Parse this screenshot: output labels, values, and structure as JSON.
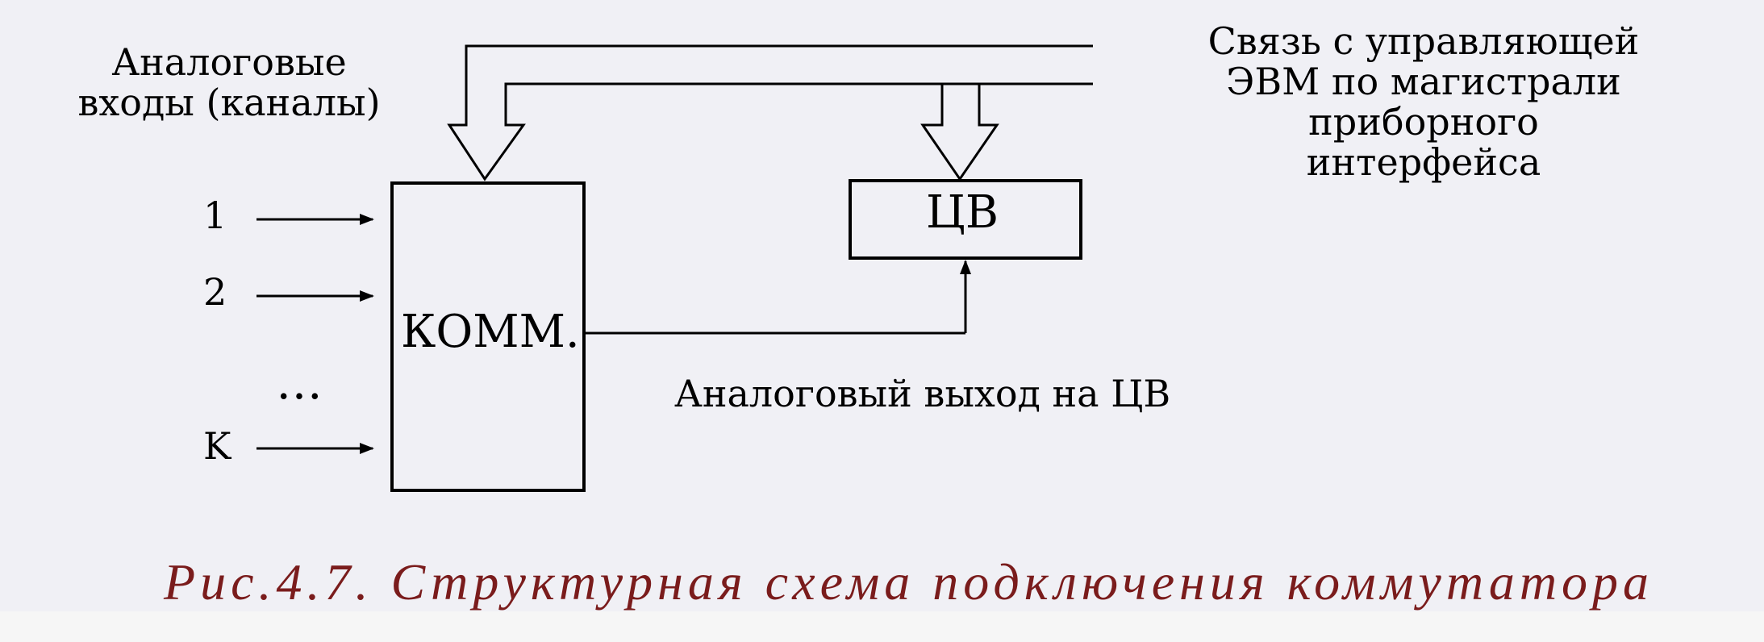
{
  "labels": {
    "analog_inputs": [
      "Аналоговые",
      "входы (каналы)"
    ],
    "interface_link": [
      "Связь с управляющей",
      "ЭВМ по магистрали",
      "приборного интерфейса"
    ],
    "input_1": "1",
    "input_2": "2",
    "ellipsis": "…",
    "input_k": "K",
    "multiplexer_block": "КОММ.",
    "voltmeter_block": "ЦВ",
    "analog_output": "Аналоговый выход на ЦВ"
  },
  "caption": "Рис.4.7. Структурная схема подключения коммутатора"
}
